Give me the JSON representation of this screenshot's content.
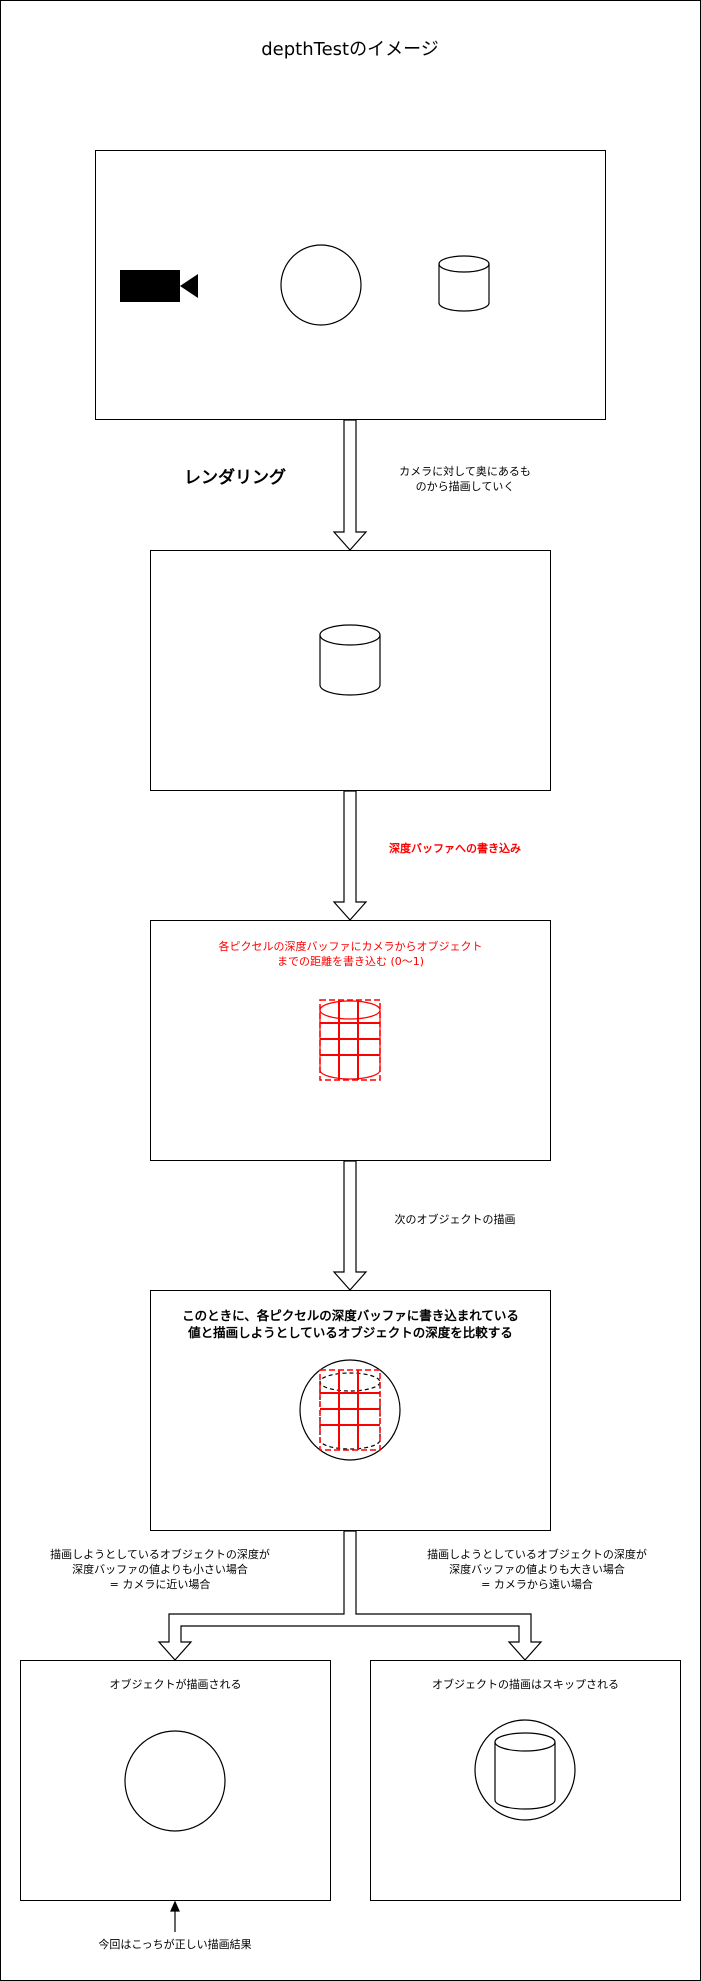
{
  "title": "depthTestのイメージ",
  "labels": {
    "rendering": "レンダリング",
    "far_to_near": "カメラに対して奥にあるも\nのから描画していく",
    "write_depth": "深度バッファへの書き込み",
    "write_depth_desc": "各ピクセルの深度バッファにカメラからオブジェクト\nまでの距離を書き込む (0～1)",
    "next_object": "次のオブジェクトの描画",
    "compare": "このときに、各ピクセルの深度バッファに書き込まれている\n値と描画しようとしているオブジェクトの深度を比較する",
    "case_near": "描画しようとしているオブジェクトの深度が\n深度バッファの値よりも小さい場合\n= カメラに近い場合",
    "case_far": "描画しようとしているオブジェクトの深度が\n深度バッファの値よりも大きい場合\n= カメラから遠い場合",
    "drawn": "オブジェクトが描画される",
    "skipped": "オブジェクトの描画はスキップされる",
    "correct": "今回はこっちが正しい描画結果"
  },
  "colors": {
    "stroke": "#000000",
    "highlight": "#ff0000",
    "background": "#ffffff"
  }
}
